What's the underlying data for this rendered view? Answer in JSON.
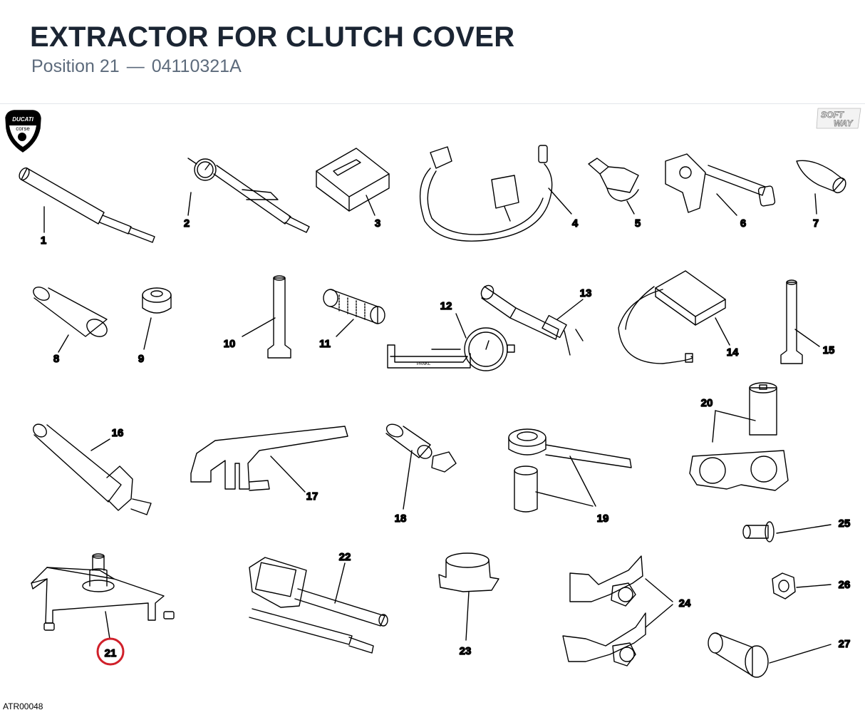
{
  "header": {
    "title": "EXTRACTOR FOR CLUTCH COVER",
    "position_label": "Position 21",
    "separator": "—",
    "part_number": "04110321A"
  },
  "logos": {
    "ducati_top": "DUCATI",
    "ducati_bottom": "corse",
    "softway_top": "SOFT",
    "softway_bottom": "WAY"
  },
  "gauge_label": "PANKL",
  "highlight_color": "#d0202a",
  "tools": [
    "1",
    "2",
    "3",
    "4",
    "5",
    "6",
    "7",
    "8",
    "9",
    "10",
    "11",
    "12",
    "13",
    "14",
    "15",
    "16",
    "17",
    "18",
    "19",
    "20",
    "21",
    "22",
    "23",
    "24",
    "25",
    "26",
    "27"
  ],
  "highlighted_tool": "21",
  "footer": {
    "drawing_code": "ATR00048"
  }
}
